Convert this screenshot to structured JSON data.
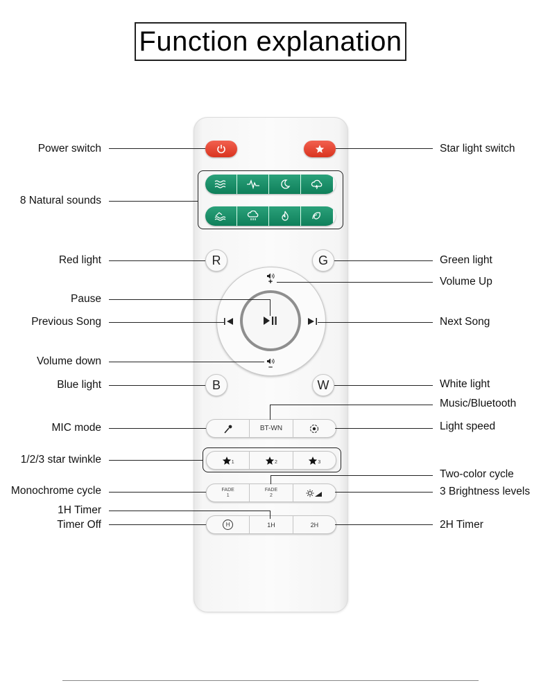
{
  "title": "Function explanation",
  "labels": {
    "power_switch": "Power switch",
    "star_light_switch": "Star light switch",
    "natural_sounds": "8 Natural sounds",
    "red_light": "Red light",
    "green_light": "Green light",
    "volume_up": "Volume Up",
    "pause": "Pause",
    "previous_song": "Previous Song",
    "next_song": "Next Song",
    "volume_down": "Volume down",
    "blue_light": "Blue light",
    "white_light": "White light",
    "music_bluetooth": "Music/Bluetooth",
    "mic_mode": "MIC mode",
    "light_speed": "Light speed",
    "star_twinkle": "1/2/3  star twinkle",
    "two_color_cycle": "Two-color cycle",
    "monochrome_cycle": "Monochrome cycle",
    "brightness_levels": "3 Brightness levels",
    "timer_1h": "1H Timer",
    "timer_off": "Timer Off",
    "timer_2h": "2H Timer"
  },
  "remote": {
    "letters": {
      "r": "R",
      "g": "G",
      "b": "B",
      "w": "W"
    },
    "bt_label": "BT-WN",
    "star_subs": [
      "1",
      "2",
      "3"
    ],
    "fade": {
      "word": "FADE",
      "one": "1",
      "two": "2"
    },
    "timer_off_glyph": "H",
    "timer_1h": "1H",
    "timer_2h": "2H",
    "vol_plus": "+",
    "vol_minus": "–"
  },
  "icons": {
    "power": "power-icon",
    "star": "star-icon",
    "sounds": [
      "waves-icon",
      "heartbeat-icon",
      "moon-icon",
      "cloud-icon",
      "ocean-icon",
      "rain-cloud-icon",
      "fire-icon",
      "wind-icon"
    ],
    "mic": "microphone-icon",
    "speed": "speed-icon",
    "brightness": "sun-icon"
  },
  "colors": {
    "red_button": "#e2452f",
    "green_button": "#13845f",
    "remote_body": "#f6f6f6"
  }
}
